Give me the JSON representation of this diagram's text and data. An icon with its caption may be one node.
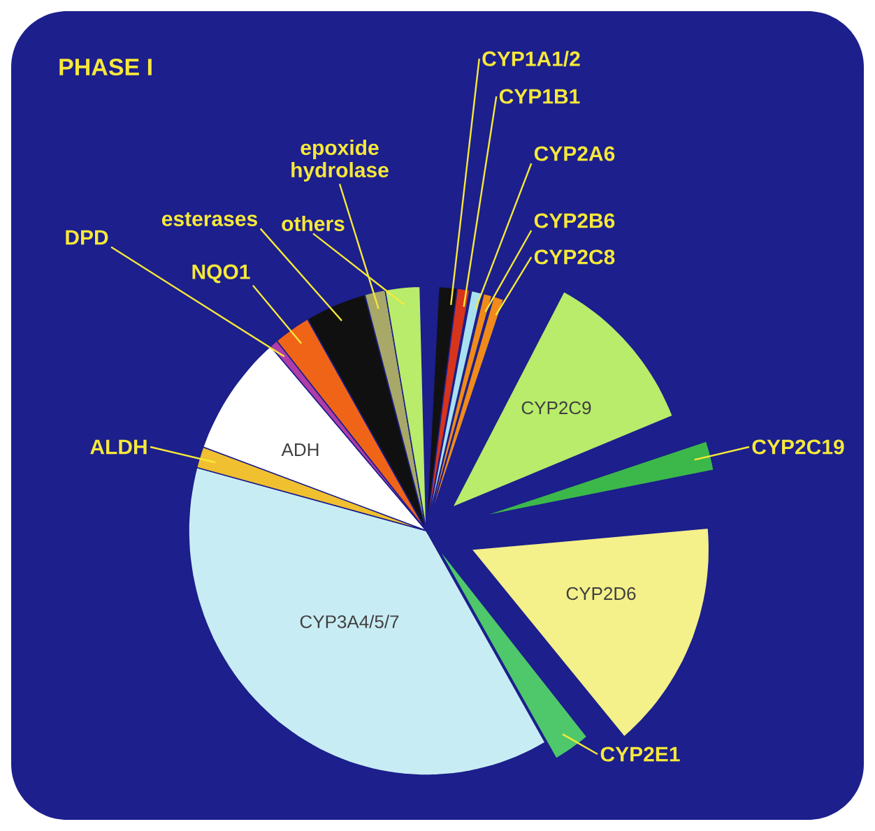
{
  "diagram": {
    "title": "PHASE I",
    "nodes": [
      {
        "text": [
          "CYP1A1/2"
        ]
      },
      {
        "text": [
          "CYP1B1"
        ]
      },
      {
        "text": [
          "epoxide hydrolase"
        ]
      },
      {
        "text": [
          "CYP2A6"
        ]
      },
      {
        "text": [
          "others"
        ]
      },
      {
        "text": [
          "esterases"
        ]
      },
      {
        "text": [
          "CYP2B6"
        ]
      },
      {
        "text": [
          "DPD"
        ]
      },
      {
        "text": [
          "CYP2C8"
        ]
      },
      {
        "text": [
          "NQO1"
        ]
      },
      {
        "text": [
          "CYP2C9"
        ]
      },
      {
        "text": [
          "ALDH"
        ]
      },
      {
        "text": [
          "ADH"
        ]
      },
      {
        "text": [
          "CYP2C19"
        ]
      },
      {
        "text": [
          "CYP2D6"
        ]
      },
      {
        "text": [
          "CYP3A4/5/7"
        ]
      },
      {
        "text": [
          "CYP2E1"
        ]
      },
      {
        "text": [],
        "shape": "wedge"
      },
      {
        "text": [],
        "shape": "wedge"
      },
      {
        "text": [],
        "shape": "wedge"
      },
      {
        "text": [],
        "shape": "wedge"
      },
      {
        "text": [],
        "shape": "wedge"
      },
      {
        "text": [],
        "shape": "wedge"
      },
      {
        "text": [],
        "shape": "wedge"
      },
      {
        "text": [],
        "shape": "wedge"
      }
    ],
    "edges": [
      {
        "from": 0,
        "to": null,
        "arrow": "none"
      },
      {
        "from": 1,
        "to": null,
        "arrow": "none"
      },
      {
        "from": 2,
        "to": 23,
        "arrow": "none"
      },
      {
        "from": 3,
        "to": null,
        "arrow": "none"
      },
      {
        "from": 4,
        "to": 24,
        "arrow": "none"
      },
      {
        "from": 5,
        "to": 22,
        "arrow": "none"
      },
      {
        "from": 6,
        "to": null,
        "arrow": "none"
      },
      {
        "from": 7,
        "to": 20,
        "arrow": "none"
      },
      {
        "from": 8,
        "to": null,
        "arrow": "none"
      },
      {
        "from": 9,
        "to": 21,
        "arrow": "none"
      },
      {
        "from": 11,
        "to": 19,
        "arrow": "none"
      },
      {
        "from": 13,
        "to": 17,
        "arrow": "none"
      },
      {
        "from": 16,
        "to": 18,
        "arrow": "none"
      }
    ]
  }
}
